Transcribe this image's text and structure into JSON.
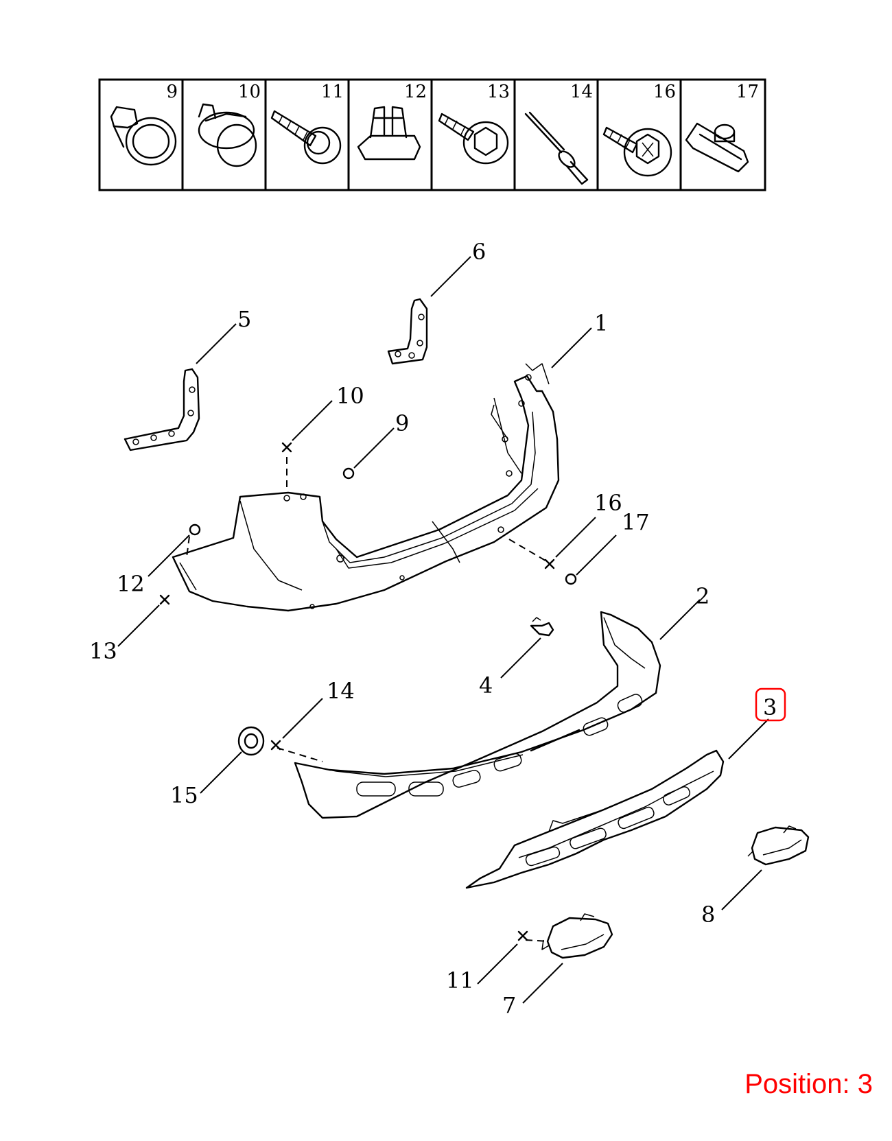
{
  "fastener_table": {
    "cells": [
      {
        "number": "9"
      },
      {
        "number": "10"
      },
      {
        "number": "11"
      },
      {
        "number": "12"
      },
      {
        "number": "13"
      },
      {
        "number": "14"
      },
      {
        "number": "16"
      },
      {
        "number": "17"
      }
    ]
  },
  "callouts": {
    "c1": "1",
    "c2": "2",
    "c3": "3",
    "c4": "4",
    "c5": "5",
    "c6": "6",
    "c7": "7",
    "c8": "8",
    "c9": "9",
    "c10": "10",
    "c11": "11",
    "c12": "12",
    "c13": "13",
    "c14": "14",
    "c15": "15",
    "c16": "16",
    "c17": "17"
  },
  "highlighted_callout": "3",
  "highlight_color": "#ff0000",
  "position_label": "Position: 3"
}
